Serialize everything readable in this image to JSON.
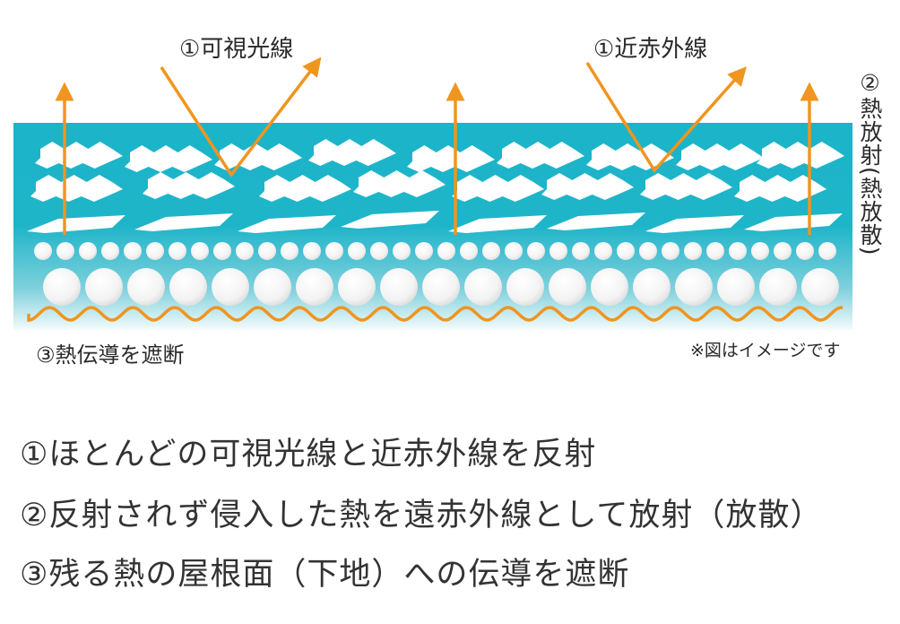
{
  "diagram": {
    "labels": {
      "visible_light": "①可視光線",
      "near_infrared": "①近赤外線",
      "heat_radiation": "②熱放射(熱放散)",
      "heat_conduction": "③熱伝導を遮断",
      "note": "※図はイメージです"
    },
    "colors": {
      "layer": "#1bb4c9",
      "arrow": "#f0951f"
    }
  },
  "captions": [
    "①ほとんどの可視光線と近赤外線を反射",
    "②反射されず侵入した熱を遠赤外線として放射（放散）",
    "③残る熱の屋根面（下地）への伝導を遮断"
  ]
}
